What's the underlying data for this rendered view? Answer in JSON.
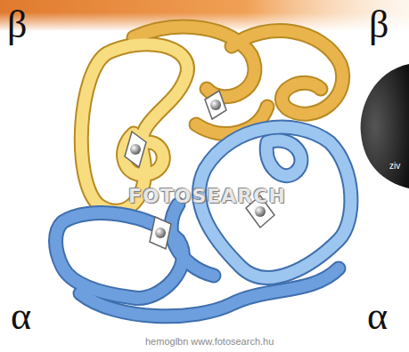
{
  "diagram": {
    "labels": [
      "β",
      "β",
      "α",
      "α",
      "FOTOSEARCH",
      "hemoglbn  www.fotosearch.hu",
      "ziv"
    ]
  }
}
